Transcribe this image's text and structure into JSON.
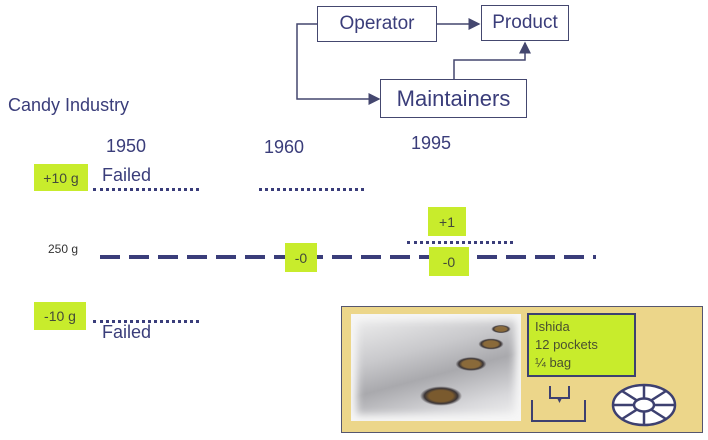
{
  "diagram": {
    "flow": {
      "operator": "Operator",
      "product": "Product",
      "maintainers": "Maintainers"
    },
    "title": "Candy Industry",
    "years": [
      "1950",
      "1960",
      "1995"
    ],
    "labels": {
      "upper_failed": "Failed",
      "lower_failed": "Failed",
      "target_weight": "250 g"
    },
    "tags": {
      "plus_10g": "+10 g",
      "minus_10g": "-10 g",
      "zero_1960": "-0",
      "plus_1": "+1",
      "zero_1995": "-0"
    },
    "machine": {
      "name": "Ishida",
      "pockets": "12 pockets",
      "bag": "¼ bag"
    },
    "colors": {
      "line": "#3a3d7a",
      "tag": "#c8ec2c",
      "panel": "#ecd68a"
    }
  }
}
